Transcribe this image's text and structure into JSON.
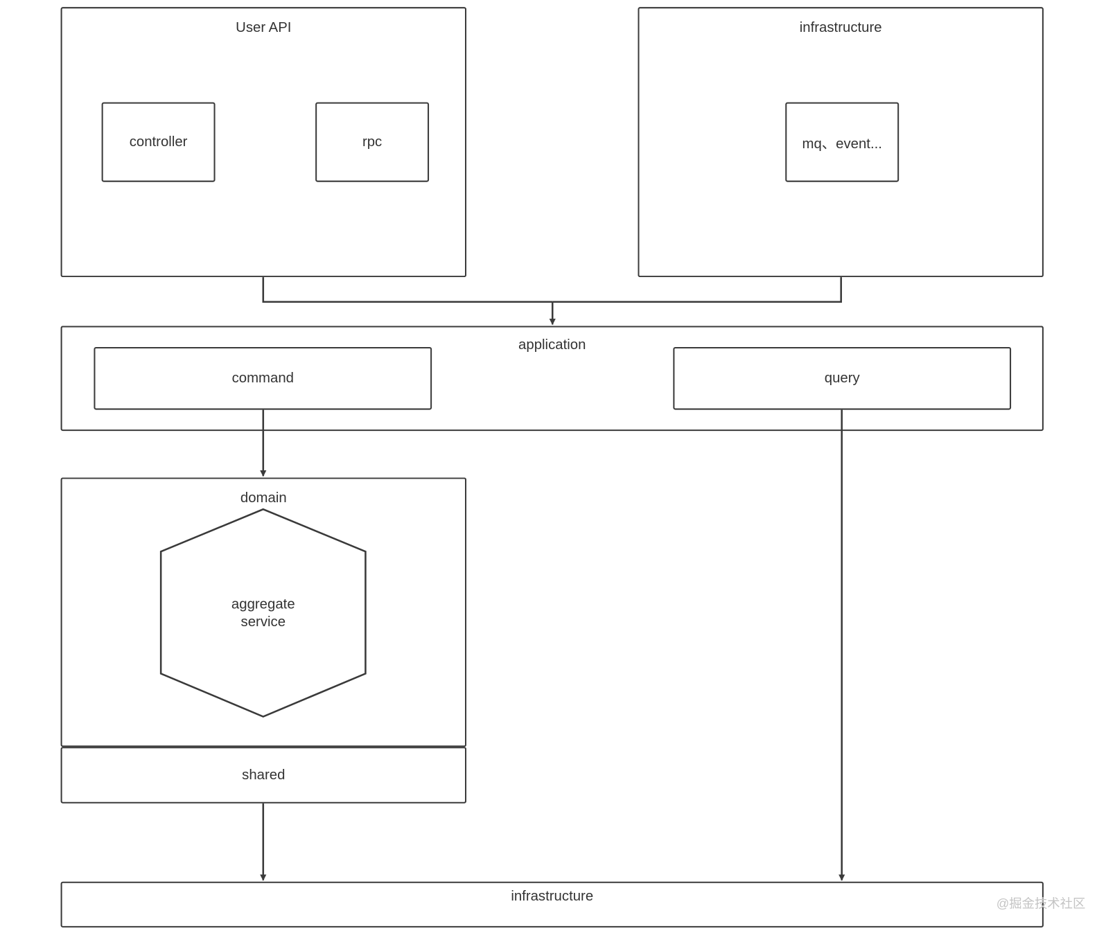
{
  "user_api": {
    "title": "User API",
    "controller_label": "controller",
    "rpc_label": "rpc"
  },
  "infrastructure_top": {
    "title": "infrastructure",
    "mq_label": "mq、event..."
  },
  "application": {
    "title": "application",
    "command_label": "command",
    "query_label": "query"
  },
  "domain": {
    "title": "domain",
    "aggregate_line1": "aggregate",
    "aggregate_line2": "service"
  },
  "shared": {
    "label": "shared"
  },
  "infrastructure_bottom": {
    "title": "infrastructure"
  },
  "watermark": {
    "text": "@掘金技术社区"
  },
  "colors": {
    "stroke": "#3a3a3a",
    "text": "#333333",
    "background": "#ffffff",
    "watermark": "#c4c4c4"
  }
}
